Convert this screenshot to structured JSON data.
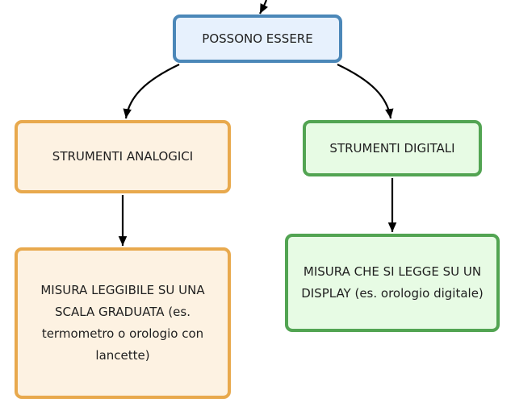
{
  "nodes": {
    "root": {
      "label": "POSSONO ESSERE"
    },
    "analog": {
      "label": "STRUMENTI ANALOGICI"
    },
    "digital": {
      "label": "STRUMENTI DIGITALI"
    },
    "analog_desc": {
      "label": "MISURA LEGGIBILE SU UNA SCALA GRADUATA (es. termometro o orologio con lancette)"
    },
    "digital_desc": {
      "label": "MISURA CHE SI LEGGE SU UN DISPLAY (es. orologio digitale)"
    }
  },
  "colors": {
    "root_fill": "#e7f1fd",
    "root_border": "#4b87b8",
    "analog_fill": "#fdf2e2",
    "analog_border": "#e8a94d",
    "digital_fill": "#e7fbe4",
    "digital_border": "#52a452",
    "connector": "#000000"
  }
}
